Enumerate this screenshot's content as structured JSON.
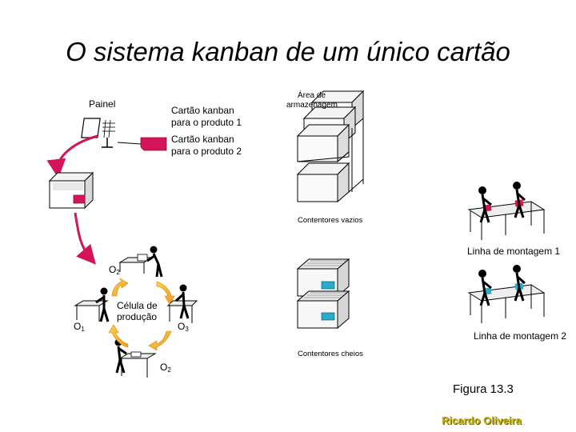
{
  "title": "O sistema kanban de um único cartão",
  "labels": {
    "painel": "Painel",
    "card1_line1": "Cartão kanban",
    "card1_line2": "para o produto 1",
    "card2_line1": "Cartão kanban",
    "card2_line2": "para o produto 2",
    "storage_line1": "Área de",
    "storage_line2": "armazenagem",
    "empty_containers": "Contentores vazios",
    "full_containers": "Contentores cheios",
    "assembly_line_1": "Linha de montagem 1",
    "assembly_line_2": "Linha de montagem 2",
    "cell_line1": "Célula de",
    "cell_line2": "produção",
    "o2_top": "O",
    "o2_top_sub": "2",
    "o1": "O",
    "o1_sub": "1",
    "o3": "O",
    "o3_sub": "3",
    "o2_bottom": "O",
    "o2_bottom_sub": "2"
  },
  "figure_caption": "Figura 13.3",
  "author": "Ricardo Oliveira",
  "colors": {
    "arrow_magenta": "#d4145a",
    "kanban_card": "#d4145a",
    "cell_arrow_orange": "#f39a1e",
    "cell_arrow_yellow": "#fbd34d",
    "container_fill": "#e6e6e6",
    "container_blue_tag": "#29aacb",
    "author_text": "#c8b400"
  }
}
